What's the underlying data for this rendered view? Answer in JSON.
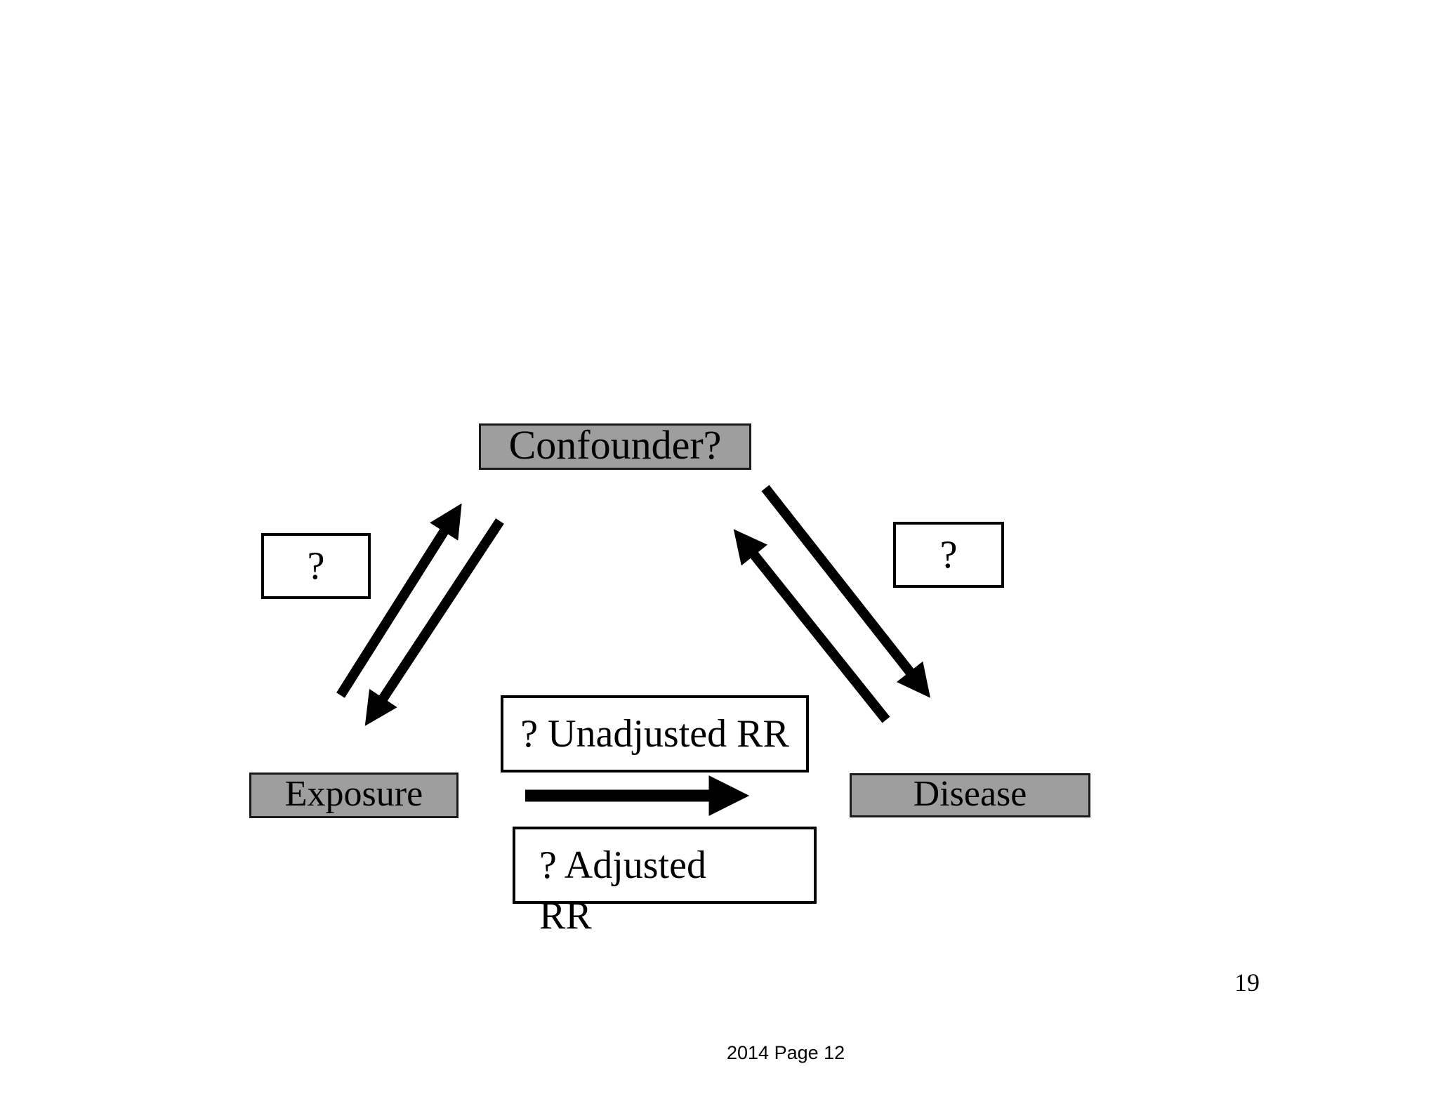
{
  "slide": {
    "page_number": "19",
    "footer": "2014 Page 12"
  },
  "diagram": {
    "nodes": {
      "confounder": {
        "label": "Confounder?"
      },
      "exposure": {
        "label": "Exposure"
      },
      "disease": {
        "label": "Disease"
      }
    },
    "labels": {
      "left_question": "?",
      "right_question": "?",
      "unadjusted_rr": "? Unadjusted RR",
      "adjusted_rr_line1": "? Adjusted",
      "adjusted_rr_line2": "RR"
    },
    "edges": [
      {
        "from": "exposure",
        "to": "confounder",
        "type": "arrow"
      },
      {
        "from": "confounder",
        "to": "exposure",
        "type": "arrow"
      },
      {
        "from": "disease",
        "to": "confounder",
        "type": "arrow"
      },
      {
        "from": "confounder",
        "to": "disease",
        "type": "arrow"
      },
      {
        "from": "exposure",
        "to": "disease",
        "type": "arrow"
      }
    ],
    "colors": {
      "node_fill": "#9e9e9e",
      "node_border": "#1a1a1a",
      "arrow": "#000000"
    }
  }
}
